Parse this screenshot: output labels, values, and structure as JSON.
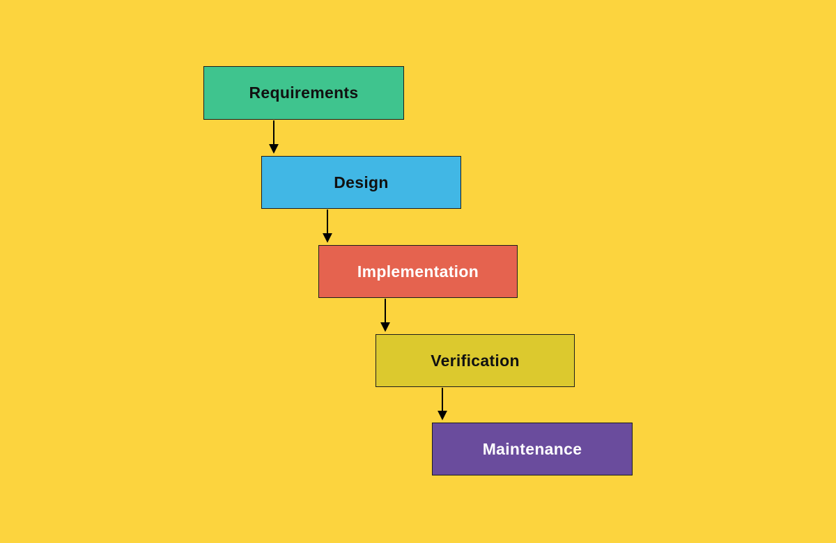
{
  "canvas": {
    "background": "#FCD43E"
  },
  "diagram": {
    "type": "flowchart-waterfall",
    "arrow_color": "#000000",
    "stages": [
      {
        "id": "requirements",
        "label": "Requirements",
        "color": "#3FC48E",
        "text_color": "#111111"
      },
      {
        "id": "design",
        "label": "Design",
        "color": "#41B7E5",
        "text_color": "#111111"
      },
      {
        "id": "implementation",
        "label": "Implementation",
        "color": "#E5634F",
        "text_color": "#FFFFFF"
      },
      {
        "id": "verification",
        "label": "Verification",
        "color": "#DCC92E",
        "text_color": "#111111"
      },
      {
        "id": "maintenance",
        "label": "Maintenance",
        "color": "#6A4C9D",
        "text_color": "#FFFFFF"
      }
    ],
    "connections": [
      {
        "from": "Requirements",
        "to": "Design"
      },
      {
        "from": "Design",
        "to": "Implementation"
      },
      {
        "from": "Implementation",
        "to": "Verification"
      },
      {
        "from": "Verification",
        "to": "Maintenance"
      }
    ]
  }
}
